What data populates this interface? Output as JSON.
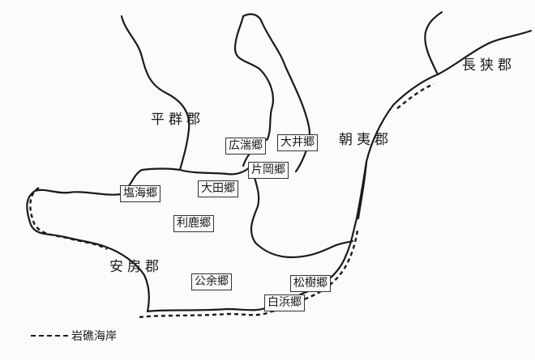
{
  "districts": [
    {
      "label": "平群郡"
    },
    {
      "label": "朝夷郡"
    },
    {
      "label": "長狭郡"
    },
    {
      "label": "安房郡"
    }
  ],
  "villages": [
    {
      "label": "広湍郷"
    },
    {
      "label": "大井郷"
    },
    {
      "label": "片岡郷"
    },
    {
      "label": "塩海郷"
    },
    {
      "label": "大田郷"
    },
    {
      "label": "利鹿郷"
    },
    {
      "label": "公余郷"
    },
    {
      "label": "松樹郷"
    },
    {
      "label": "白浜郷"
    }
  ],
  "legend": {
    "label": "岩礁海岸"
  },
  "colors": {
    "line": "#1a1a1a",
    "background": "#fbfbf9"
  }
}
